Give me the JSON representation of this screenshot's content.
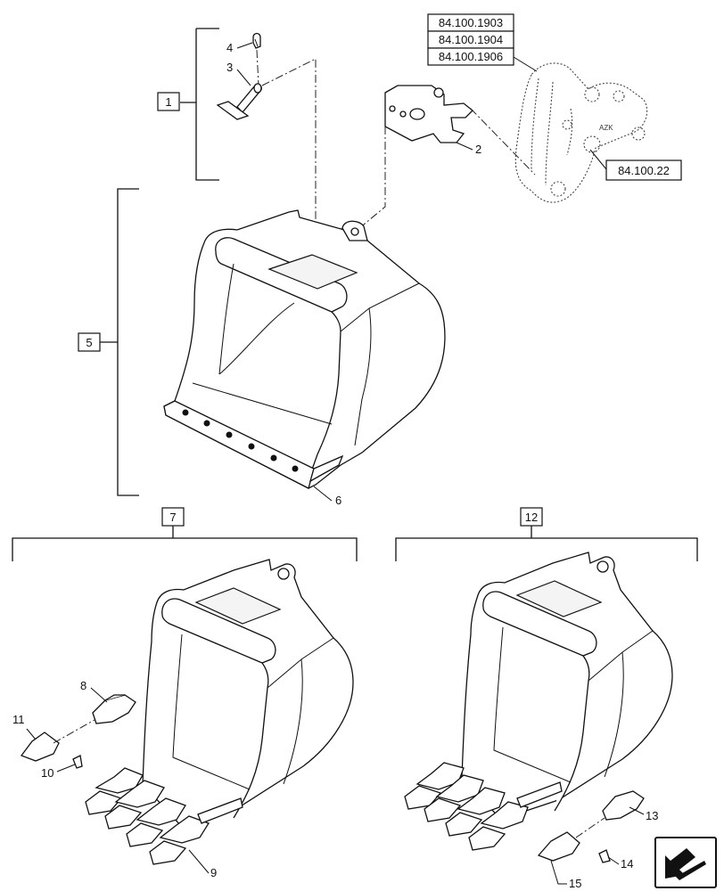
{
  "references": {
    "ref_1903": "84.100.1903",
    "ref_1904": "84.100.1904",
    "ref_1906": "84.100.1906",
    "ref_22": "84.100.22"
  },
  "group_labels": {
    "g1": "1",
    "g5": "5",
    "g7": "7",
    "g12": "12"
  },
  "callouts": {
    "c2": "2",
    "c3": "3",
    "c4": "4",
    "c6": "6",
    "c8": "8",
    "c9": "9",
    "c10": "10",
    "c11": "11",
    "c13": "13",
    "c14": "14",
    "c15": "15"
  },
  "coupler_marking": "AZK",
  "icons": {
    "nav": "navigation-arrow-icon"
  }
}
